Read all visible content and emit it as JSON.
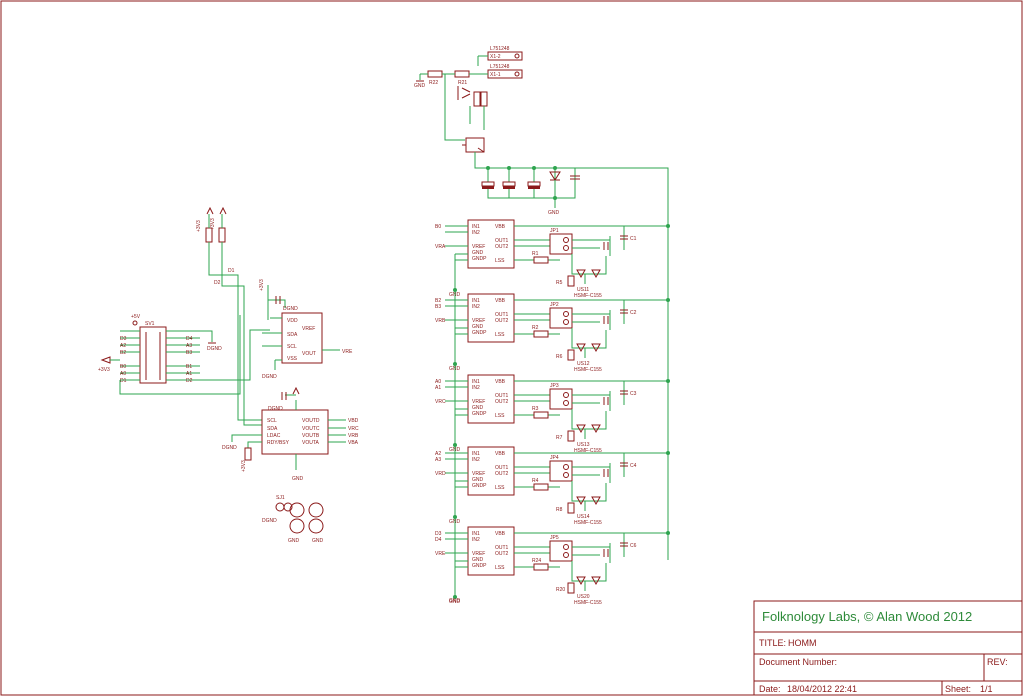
{
  "title_block": {
    "company": "Folknology Labs, © Alan Wood 2012",
    "title_label": "TITLE:",
    "title_value": "HOMM",
    "doc_number_label": "Document Number:",
    "rev_label": "REV:",
    "date_label": "Date:",
    "date_value": "18/04/2012 22:41",
    "sheet_label": "Sheet:",
    "sheet_value": "1/1"
  },
  "labels": {
    "gnd": "GND",
    "dgnd": "DGND",
    "p3v3": "+3V3",
    "p5v": "+5V",
    "sv1": "SV1",
    "jp_left": "D3\nA2\nB2\nB0\nA0\nD1",
    "jp_right": "D4\nA3\nB3\nB1\nA1\nD2",
    "r22": "R22",
    "r21": "R21",
    "conn1": "L751248",
    "conn1_pin": "X1-2",
    "conn2": "L751248",
    "conn2_pin": "X1-1",
    "d1": "D1",
    "d2": "D2",
    "dac_pins": [
      "VDD",
      "VREF",
      "SDA",
      "SCL",
      "VSS",
      "VOUT"
    ],
    "dac2_pins": [
      "SCL",
      "SDA",
      "LDAC",
      "RDY/BSY",
      "VOUTD",
      "VOUTC",
      "VOUTB",
      "VOUTA"
    ],
    "vre": "VRE",
    "vbd": "VBD",
    "vrc": "VRC",
    "vrb": "VRB",
    "vba": "VBA",
    "sj1": "SJ1",
    "driver_pins_left": [
      "IN1",
      "IN2",
      "VREF",
      "GND",
      "GNDP"
    ],
    "driver_pins_right": [
      "VBB",
      "OUT1",
      "OUT2",
      "LSS"
    ],
    "hsmf": "HSMF-C155"
  },
  "channels": [
    {
      "in_a": "B0",
      "in_b": "",
      "vref": "VRA",
      "jp": "JP1",
      "r": "R1",
      "cap": "C1",
      "led_r": "R5",
      "us": "US11"
    },
    {
      "in_a": "B2",
      "in_b": "B3",
      "vref": "VRB",
      "jp": "JP2",
      "r": "R2",
      "cap": "C2",
      "led_r": "R6",
      "us": "US12"
    },
    {
      "in_a": "A0",
      "in_b": "A1",
      "vref": "VRC",
      "jp": "JP3",
      "r": "R3",
      "cap": "C3",
      "led_r": "R7",
      "us": "US13"
    },
    {
      "in_a": "A2",
      "in_b": "A3",
      "vref": "VRD",
      "jp": "JP4",
      "r": "R4",
      "cap": "C4",
      "led_r": "R8",
      "us": "US14"
    },
    {
      "in_a": "D3",
      "in_b": "D4",
      "vref": "VRE",
      "jp": "JP5",
      "r": "R24",
      "cap": "C6",
      "led_r": "R20",
      "us": "US20"
    }
  ],
  "colors": {
    "part": "#8b1a1a",
    "wire": "#2ea44f",
    "title": "#2e8b3a",
    "frame": "#8b1a1a"
  }
}
